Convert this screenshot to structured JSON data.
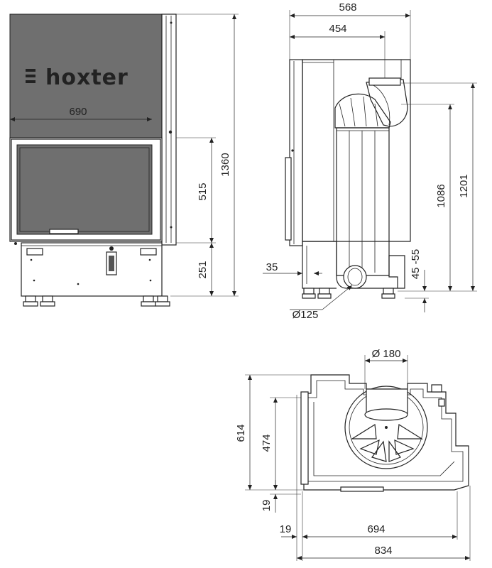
{
  "brand": {
    "logo_text": "hoxter"
  },
  "dimensions": {
    "front_width": "690",
    "front_height": "1360",
    "glass_height": "515",
    "base_height": "251",
    "side_depth_total": "568",
    "side_depth_inner": "454",
    "flue_height_1": "1086",
    "flue_height_2": "1201",
    "air_offset": "35",
    "air_range": "45 -55",
    "air_inlet_diameter": "Ø125",
    "flue_diameter": "Ø 180",
    "plan_depth": "614",
    "plan_inner_depth": "474",
    "plan_offset_vertical": "19",
    "plan_offset_horizontal": "19",
    "plan_inner_width": "694",
    "plan_total_width": "834"
  }
}
